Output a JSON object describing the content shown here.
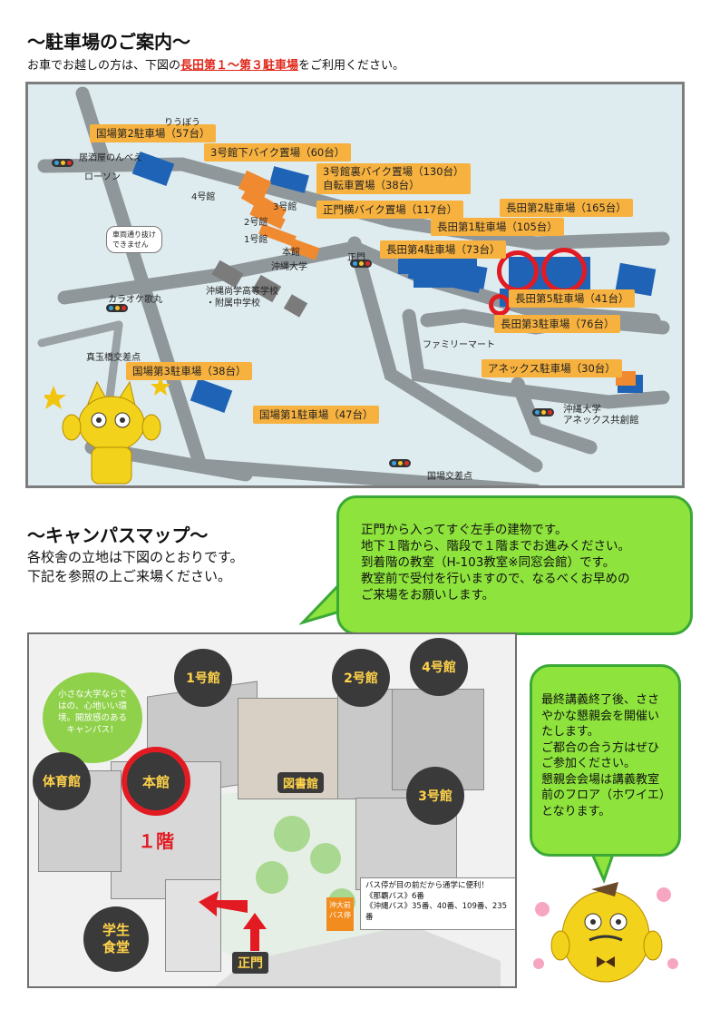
{
  "header": {
    "title": "〜駐車場のご案内〜",
    "intro_before": "お車でお越しの方は、下図の",
    "intro_highlight": "長田第１〜第３駐車場",
    "intro_after": "をご利用ください。"
  },
  "map": {
    "parking_labels": [
      "国場第2駐車場（57台）",
      "3号館下バイク置場（60台）",
      "3号館裏バイク置場（130台）\n自転車置場（38台）",
      "正門横バイク置場（117台）",
      "長田第2駐車場（165台）",
      "長田第1駐車場（105台）",
      "長田第4駐車場（73台）",
      "長田第5駐車場（41台）",
      "長田第3駐車場（76台）",
      "国場第3駐車場（38台）",
      "アネックス駐車場（30台）",
      "国場第1駐車場（47台）"
    ],
    "place_labels": {
      "ryubo": "りうぼう",
      "izakaya": "居酒屋のんべえ",
      "lawson": "ローソン",
      "kan4": "4号館",
      "kan3": "3号館",
      "kan2": "2号館",
      "kan1": "1号館",
      "honkan": "本館",
      "okidai": "沖縄大学",
      "shomon": "正門",
      "school": "沖縄尚学高等学校\n・附属中学校",
      "karaoke": "カラオケ歌丸",
      "familymart": "ファミリーマート",
      "madama": "真玉橋交差点",
      "annex": "沖縄大学\nアネックス共創館",
      "kokuba": "国場交差点",
      "no_through": "車両通り抜け\nできません"
    }
  },
  "campus": {
    "title": "〜キャンパスマップ〜",
    "desc_line1": "各校舎の立地は下図のとおりです。",
    "desc_line2": "下記を参照の上ご来場ください。",
    "bubble_main": "正門から入ってすぐ左手の建物です。\n地下１階から、階段で１階までお進みください。\n到着階の教室（H-103教室※同窓会館）です。\n教室前で受付を行いますので、なるべくお早めの\nご来場をお願いします。",
    "bubble_side": "最終講義終了後、ささやかな懇親会を開催いたします。\nご都合の合う方はぜひご参加ください。\n懇親会会場は講義教室前のフロア（ホワイエ）となります。",
    "green_note": "小さな大学ならではの、心地いい環境。開放感のあるキャンパス！",
    "buildings": {
      "b1": "1号館",
      "b2": "2号館",
      "b3": "3号館",
      "b4": "4号館",
      "gym": "体育館",
      "main": "本館",
      "library": "図書館",
      "cafeteria": "学生\n食堂",
      "gate": "正門",
      "floor": "１階"
    },
    "bus_note": "バス停が目の前だから通学に便利！\n《那覇バス》6番\n《沖縄バス》35番、40番、109番、235番",
    "bus_stop": "沖大前\nバス停"
  }
}
